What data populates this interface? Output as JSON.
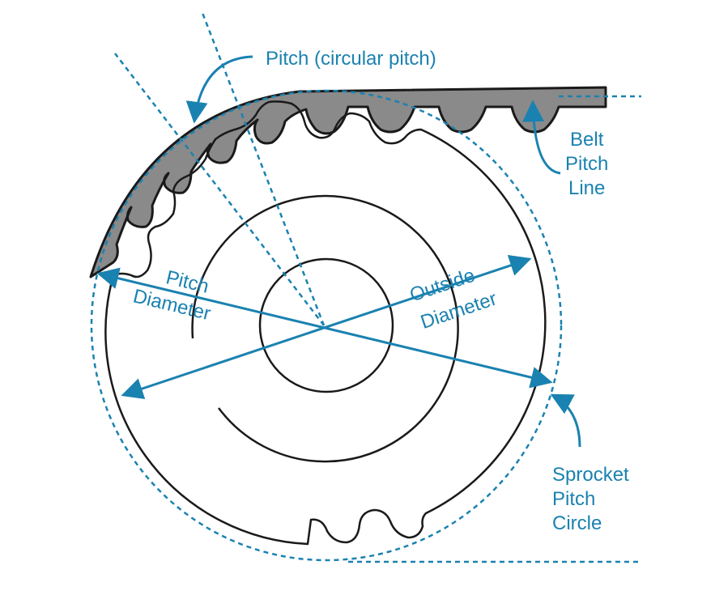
{
  "labels": {
    "pitch_top": "Pitch  (circular  pitch)",
    "belt_pitch_line": [
      "Belt",
      "Pitch",
      "Line"
    ],
    "pitch_diameter": [
      "Pitch",
      "Diameter"
    ],
    "outside_diameter": [
      "Outside",
      "Diameter"
    ],
    "sprocket_pitch_circle": [
      "Sprocket",
      "Pitch",
      "Circle"
    ]
  },
  "colors": {
    "accent": "#1a82b0",
    "belt_fill": "#8a8a8a",
    "outline": "#1a1a1a"
  }
}
